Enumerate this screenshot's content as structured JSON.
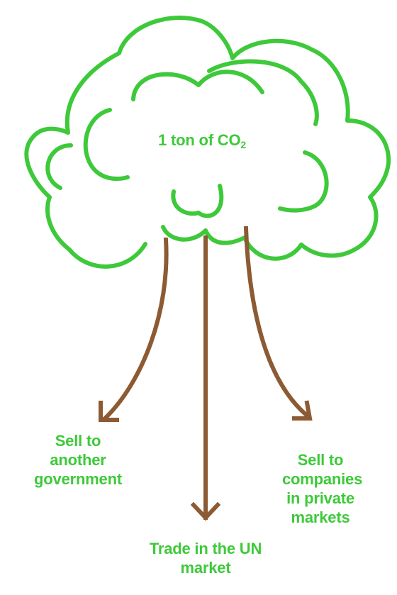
{
  "colors": {
    "tree_outline": "#3ec93a",
    "arrow": "#8c5a33",
    "label_text": "#3ec93a",
    "background": "#ffffff"
  },
  "center": {
    "text": "1 ton of CO",
    "subscript": "2"
  },
  "branches": {
    "left": [
      "Sell to",
      "another",
      "government"
    ],
    "right": [
      "Sell to",
      "companies",
      "in private",
      "markets"
    ],
    "bottom": [
      "Trade in the UN",
      "market"
    ]
  }
}
